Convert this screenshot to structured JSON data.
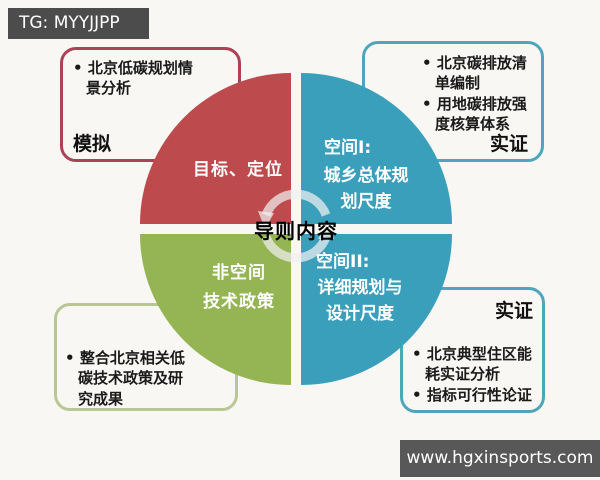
{
  "colors": {
    "quadrant_red": "#bd4a4c",
    "quadrant_teal": "#3a9fba",
    "quadrant_green": "#95b554",
    "border_red": "#ae4156",
    "border_teal": "#4fa6bb",
    "border_green": "#b9c795",
    "watermark_bar": "#4c4c4c",
    "cycle_icon_gray": "#e8e8e8"
  },
  "watermarks": {
    "telegram": "TG: MYYJJPP",
    "website": "www.hgxinsports.com"
  },
  "center": {
    "label": "导则内容"
  },
  "quadrants": [
    {
      "name": "goal-positioning",
      "lines": [
        "目标、定位"
      ]
    },
    {
      "name": "space-1",
      "lines": [
        "空间I:",
        "城乡总体规",
        "划尺度"
      ]
    },
    {
      "name": "non-space",
      "lines": [
        "非空间",
        "技术政策"
      ]
    },
    {
      "name": "space-2",
      "lines": [
        "空间II:",
        "详细规划与",
        "设计尺度"
      ]
    }
  ],
  "callouts": [
    {
      "name": "simulation",
      "tag": "模拟",
      "bullets": [
        "北京低碳规划情景分析"
      ]
    },
    {
      "name": "evidence-upper",
      "tag": "实证",
      "bullets": [
        "北京碳排放清单编制",
        "用地碳排放强度核算体系"
      ]
    },
    {
      "name": "policy-integration",
      "tag": "",
      "bullets": [
        "整合北京相关低碳技术政策及研究成果"
      ]
    },
    {
      "name": "evidence-lower",
      "tag": "实证",
      "bullets": [
        "北京典型住区能耗实证分析",
        "指标可行性论证"
      ]
    }
  ]
}
